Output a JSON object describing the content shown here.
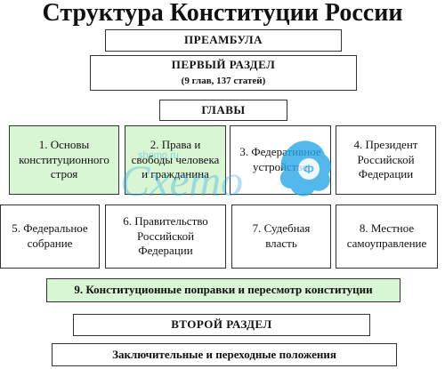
{
  "title": "Структура Конституции России",
  "preamble": "ПРЕАМБУЛА",
  "first_section": {
    "label": "ПЕРВЫЙ РАЗДЕЛ",
    "note": "(9 глав, 137 статей)"
  },
  "chapters_header": "ГЛАВЫ",
  "chapters": [
    "1. Основы конституционного строя",
    "2. Права и свободы человека и гражданина",
    "3. Федеративное устройство",
    "4. Президент Российской Федерации",
    "5. Федеральное собрание",
    "6. Правительство Российской Федерации",
    "7. Судебная власть",
    "8. Местное самоуправление",
    "9. Конституционные поправки и пересмотр конституции"
  ],
  "second_section": "ВТОРОЙ РАЗДЕЛ",
  "final_provisions": "Заключительные и переходные положения",
  "watermark": {
    "logo_text": "Схето",
    "url": "shemo.ru",
    "color": "#29a8e8"
  },
  "colors": {
    "highlight": "#d8f6d4",
    "border": "#333333"
  }
}
